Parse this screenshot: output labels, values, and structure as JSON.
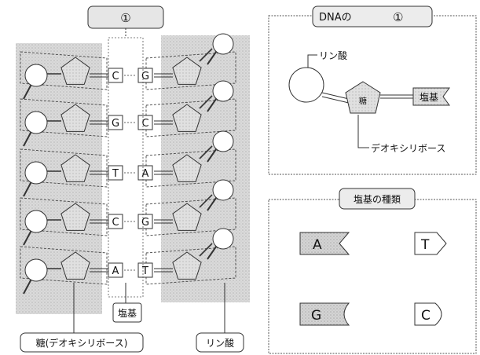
{
  "helix": {
    "title_marker": "①",
    "pairs": [
      {
        "left": "C",
        "right": "G"
      },
      {
        "left": "G",
        "right": "C"
      },
      {
        "left": "T",
        "right": "A"
      },
      {
        "left": "C",
        "right": "G"
      },
      {
        "left": "A",
        "right": "T"
      }
    ],
    "label_base": "塩基",
    "label_sugar": "糖(デオキシリボース)",
    "label_phosphate": "リン酸"
  },
  "nucleotide_panel": {
    "title_prefix": "DNAの",
    "title_marker": "①",
    "phosphate": "リン酸",
    "sugar": "糖",
    "base": "塩基",
    "deoxyribose": "デオキシリボース"
  },
  "base_types_panel": {
    "title": "塩基の種類",
    "bases": [
      "A",
      "T",
      "G",
      "C"
    ]
  },
  "colors": {
    "shading": "#c9c9c9",
    "line": "#222222",
    "paper": "#ffffff"
  }
}
